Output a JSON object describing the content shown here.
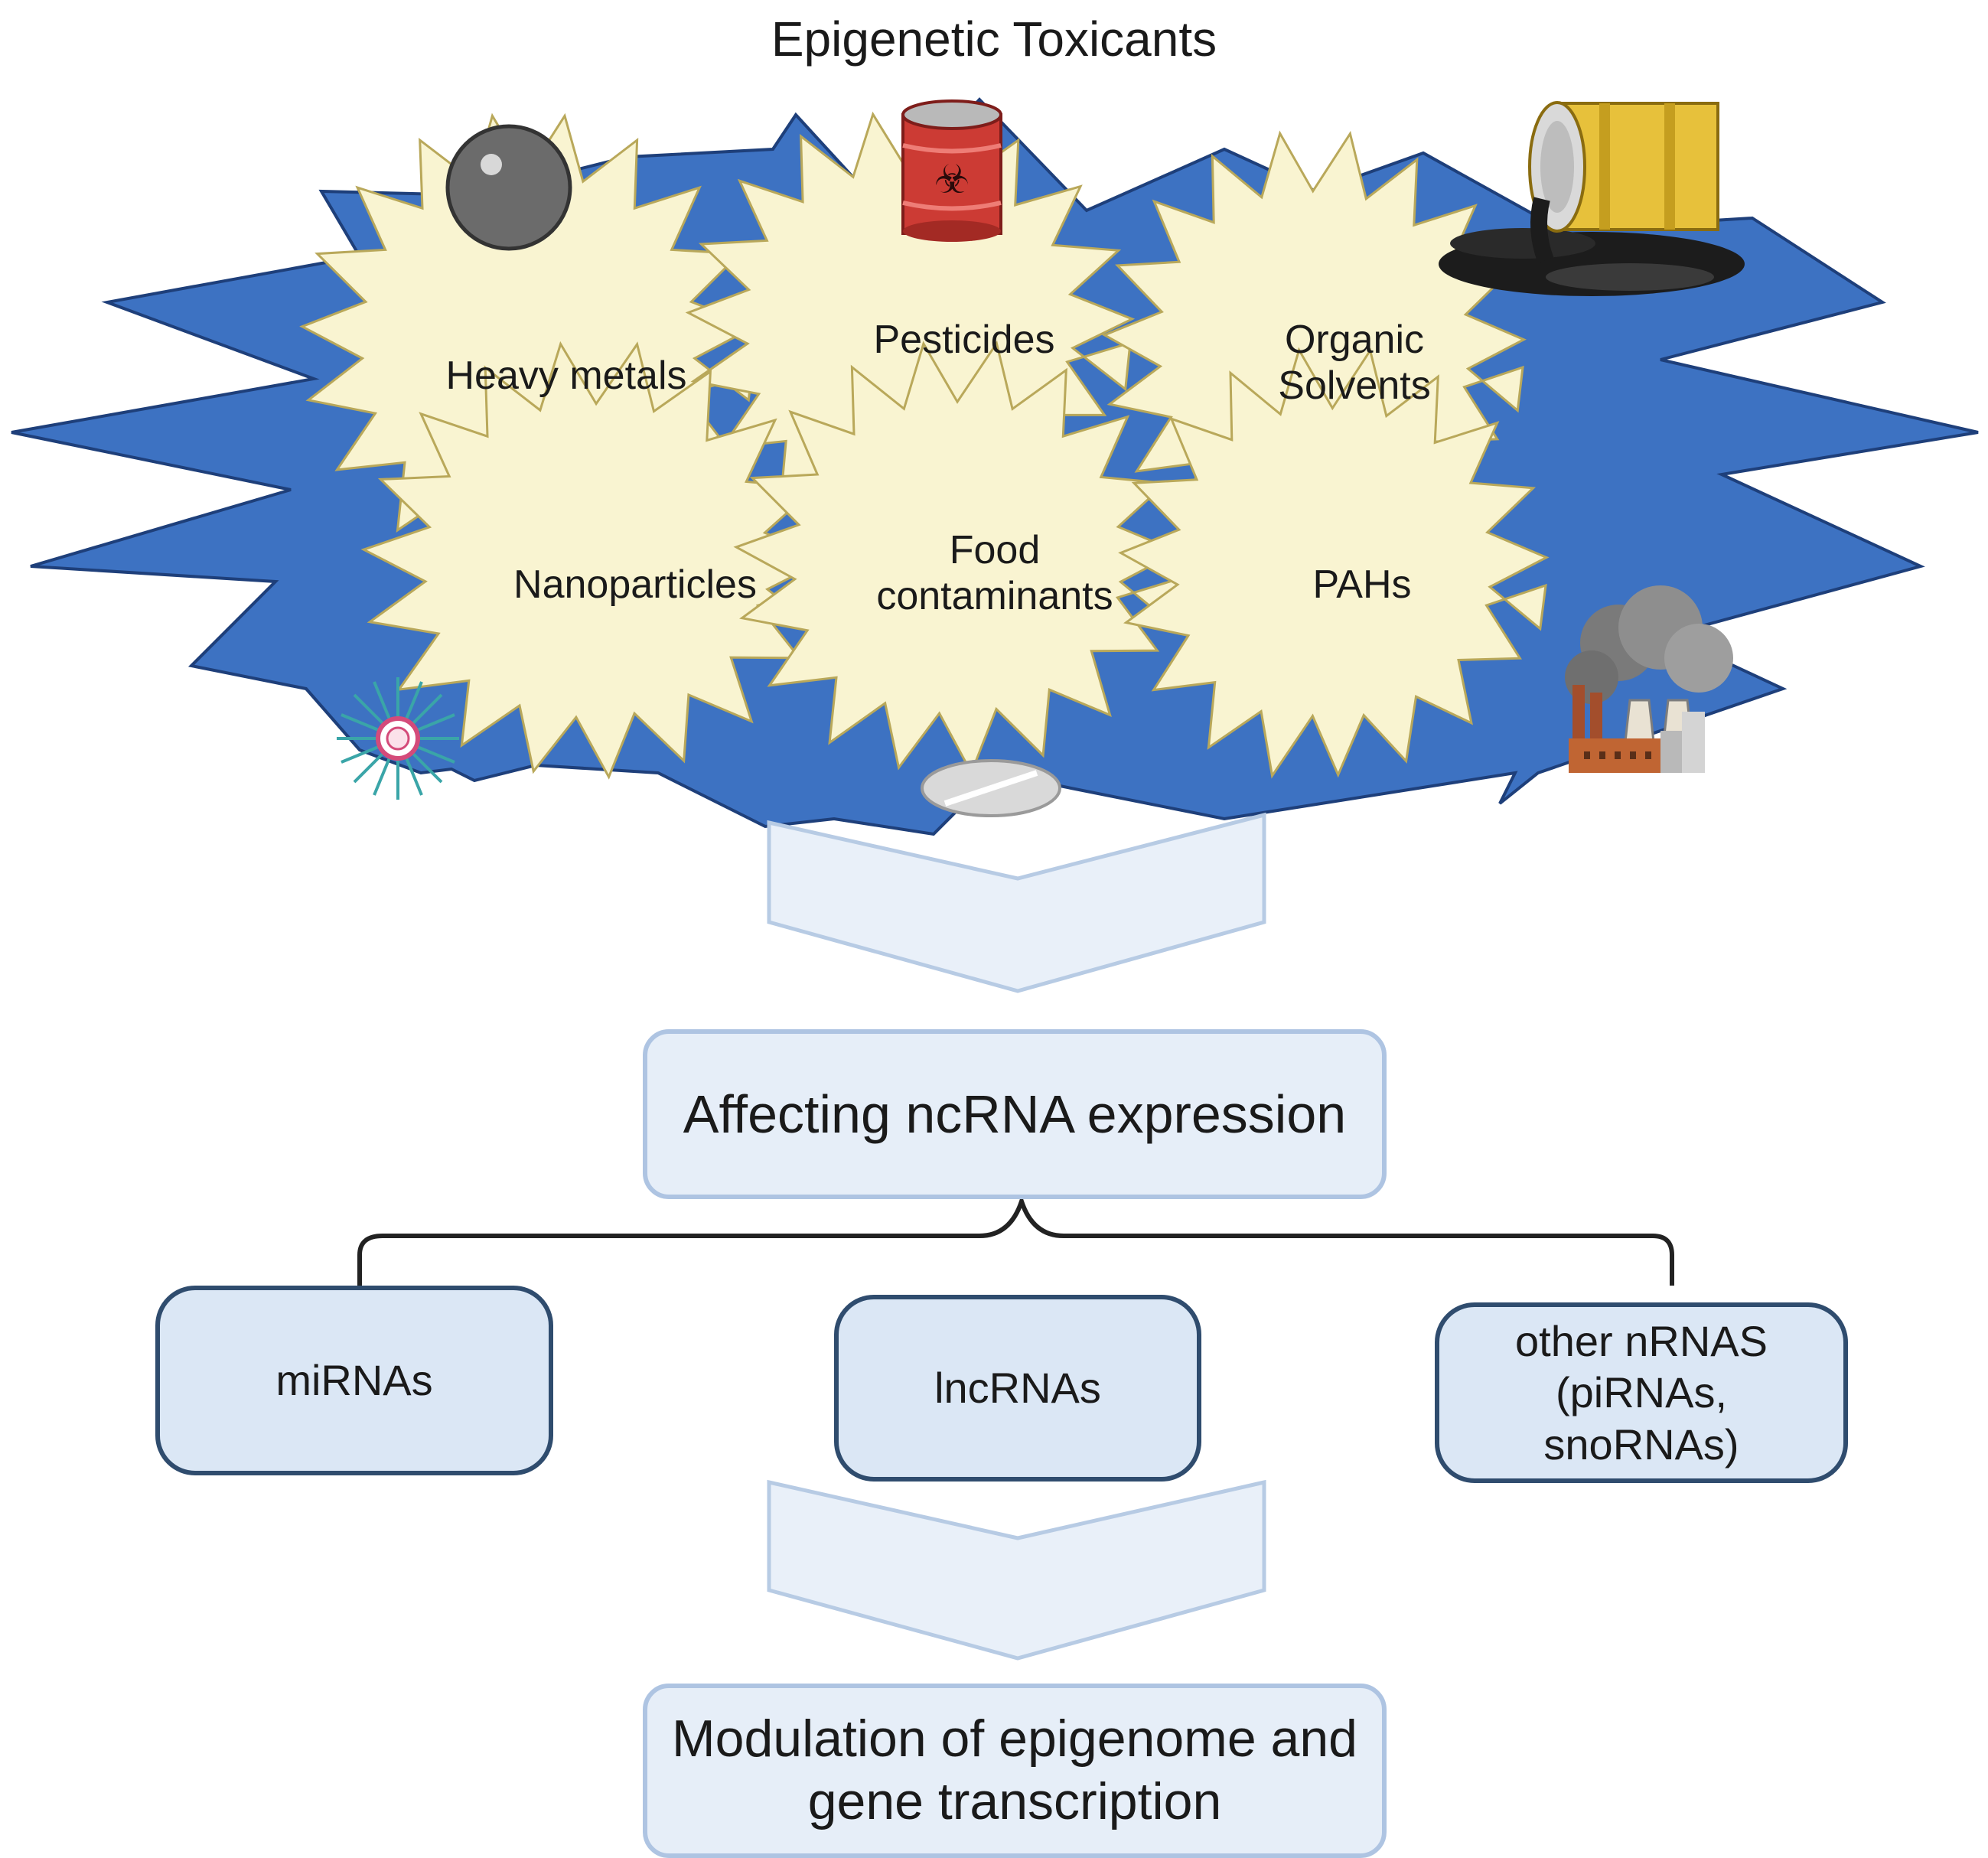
{
  "title": "Epigenetic Toxicants",
  "toxicants": {
    "heavy_metals": "Heavy metals",
    "pesticides": "Pesticides",
    "organic_solvents_line1": "Organic",
    "organic_solvents_line2": "Solvents",
    "nanoparticles": "Nanoparticles",
    "food_contaminants_line1": "Food",
    "food_contaminants_line2": "contaminants",
    "pahs": "PAHs"
  },
  "effect_box": "Affecting ncRNA expression",
  "ncrna_types": {
    "mirnas": "miRNAs",
    "lncrnas": "lncRNAs",
    "other_line1": "other nRNAS",
    "other_line2": "(piRNAs,",
    "other_line3": "snoRNAs)"
  },
  "outcome_line1": "Modulation of epigenome and",
  "outcome_line2": "gene transcription",
  "colors": {
    "burst_blue": "#3d72c2",
    "star_fill": "#f9f4d1",
    "box_fill": "#e6eef8",
    "box_border_light": "#aec4e2",
    "box_border_dark": "#2f4c6e",
    "arrow_fill": "#e9f0f9"
  }
}
